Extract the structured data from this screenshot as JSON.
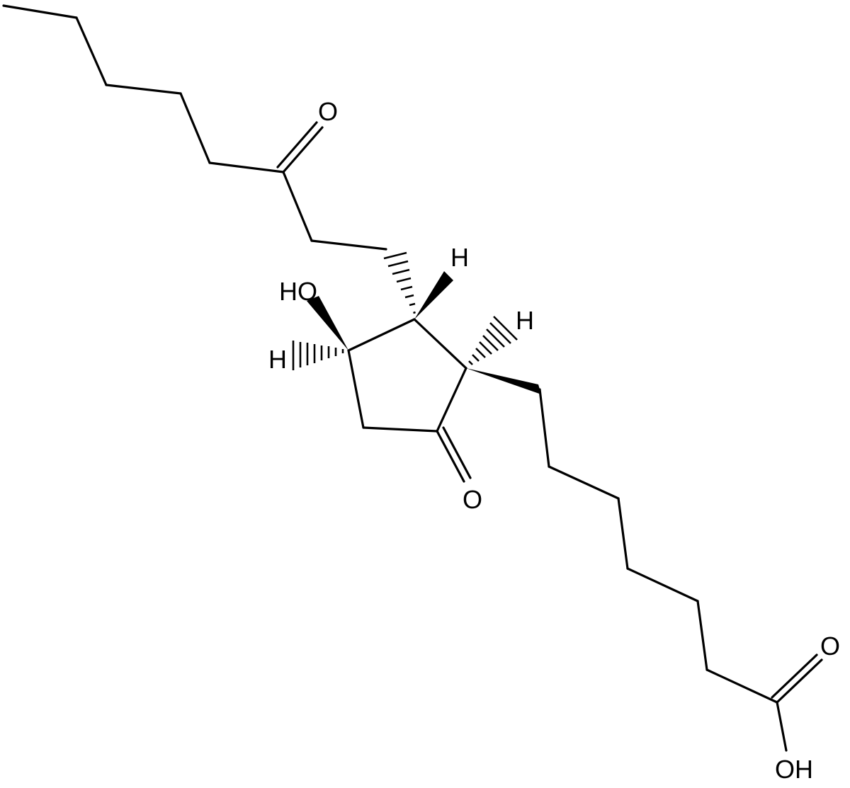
{
  "molecule": {
    "atoms": {
      "ketone_o_top": "O",
      "ring_hydroxyl": "HO",
      "ring_h_c2": "H",
      "ring_h_c1": "H",
      "ring_h_c3": "H",
      "ring_ketone_o": "O",
      "acid_carbonyl_o": "O",
      "acid_hydroxyl": "OH"
    }
  },
  "colors": {
    "bond": "#000000",
    "background": "#ffffff"
  }
}
